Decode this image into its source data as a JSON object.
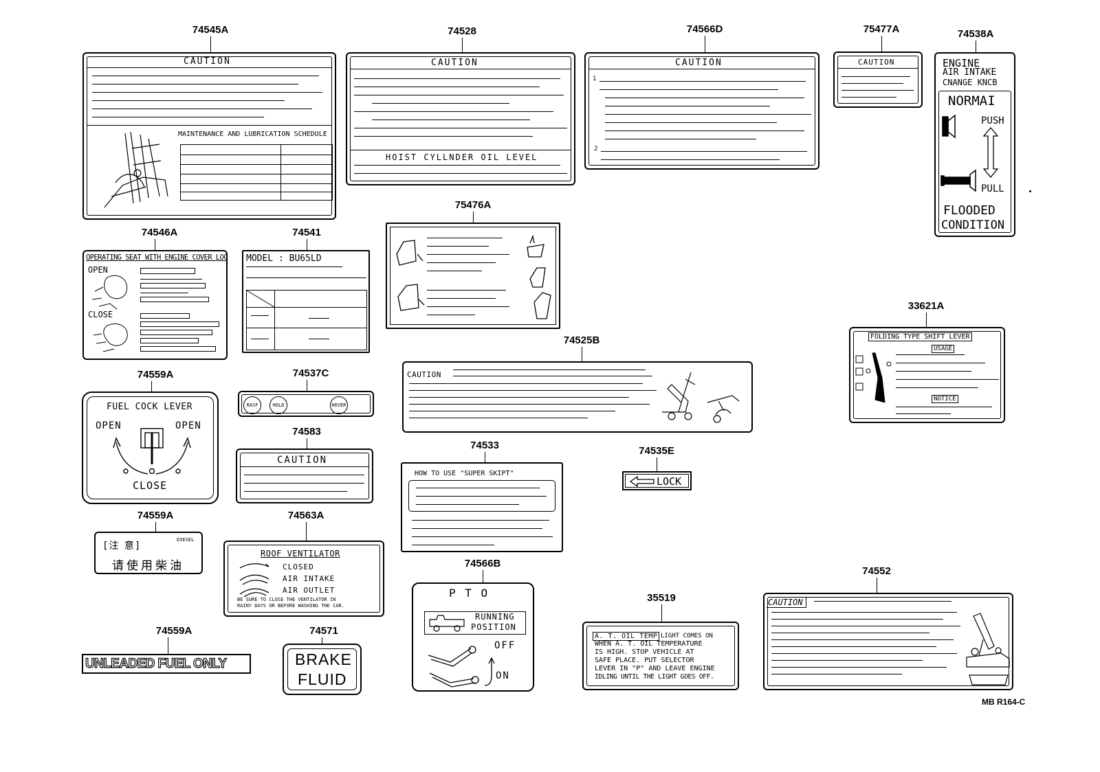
{
  "diagram_code": "MB R164-C",
  "labels": {
    "l1": {
      "part": "74545A",
      "caution": "CAUTION",
      "schedule": "MAINTENANCE AND LUBRICATION SCHEDULE"
    },
    "l2": {
      "part": "74528",
      "caution": "CAUTION",
      "hoist": "HOIST CYLLNDER OIL LEVEL"
    },
    "l3": {
      "part": "74566D",
      "caution": "CAUTION",
      "n1": "1",
      "n2": "2"
    },
    "l4": {
      "part": "75477A",
      "caution": "CAUTION"
    },
    "l5": {
      "part": "74538A",
      "line1": "ENGINE",
      "line2": "AIR INTAKE",
      "line3": "CNANGE KNCB",
      "normal": "NORMAI",
      "push": "PUSH",
      "pull": "PULL",
      "flooded": "FLOODED",
      "condition": "CONDITION"
    },
    "l6": {
      "part": "74546A",
      "title": "OPERATING SEAT WITH ENGINE COVER LOCK",
      "open": "OPEN",
      "close": "CLOSE"
    },
    "l7": {
      "part": "74541",
      "model": "MODEL : BU65LD"
    },
    "l8": {
      "part": "75476A"
    },
    "l9": {
      "part": "33621A",
      "title": "FOLDING TYPE SHIFT LEVER",
      "usage": "USAGE",
      "notice": "NOTICE"
    },
    "l10": {
      "part": "74525B",
      "caution": "CAUTION"
    },
    "l11": {
      "part": "74559A",
      "title": "FUEL COCK LEVER",
      "open_left": "OPEN",
      "open_right": "OPEN",
      "close": "CLOSE"
    },
    "l12": {
      "part": "74537C",
      "b1": "RASF",
      "b2": "HOLD",
      "b3": "HOVER"
    },
    "l13": {
      "part": "74583",
      "caution": "CAUTION"
    },
    "l14": {
      "part": "74533",
      "title": "HOW TO USE \"SUPER SKIPT\""
    },
    "l15": {
      "part": "74535E",
      "lock": "LOCK"
    },
    "l16": {
      "part": "74559A",
      "line1": "[注 意]",
      "diesel": "DIESEL",
      "line2": "请使用柴油"
    },
    "l17": {
      "part": "74563A",
      "title": "ROOF VENTILATOR",
      "closed": "CLOSED",
      "intake": "AIR INTAKE",
      "outlet": "AIR OUTLET",
      "note1": "BE SURE TO CLOSE THE VENTILATOR IN",
      "note2": "RAINY DAYS OR BEFORE WASHING THE CAR."
    },
    "l18": {
      "part": "74566B",
      "pto": "P T O",
      "running": "RUNNING",
      "position": "POSITION",
      "off": "OFF",
      "on": "ON"
    },
    "l19": {
      "part": "35519",
      "boxed": "A. T. OIL TEMP",
      "line1": "LIGHT COMES ON",
      "line2": "WHEN  A. T. OIL TEMPERATURE",
      "line3": "IS HIGH.   STOP VEHICLE AT",
      "line4": "SAFE PLACE. PUT SELECTOR",
      "line5": "LEVER IN \"P\" AND LEAVE ENGINE",
      "line6": "IDLING UNTIL THE LIGHT GOES OFF."
    },
    "l20": {
      "part": "74552",
      "caution": "CAUTION"
    },
    "l21": {
      "part": "74559A",
      "text": "UNLEADED FUEL ONLY"
    },
    "l22": {
      "part": "74571",
      "line1": "BRAKE",
      "line2": "FLUID"
    }
  }
}
